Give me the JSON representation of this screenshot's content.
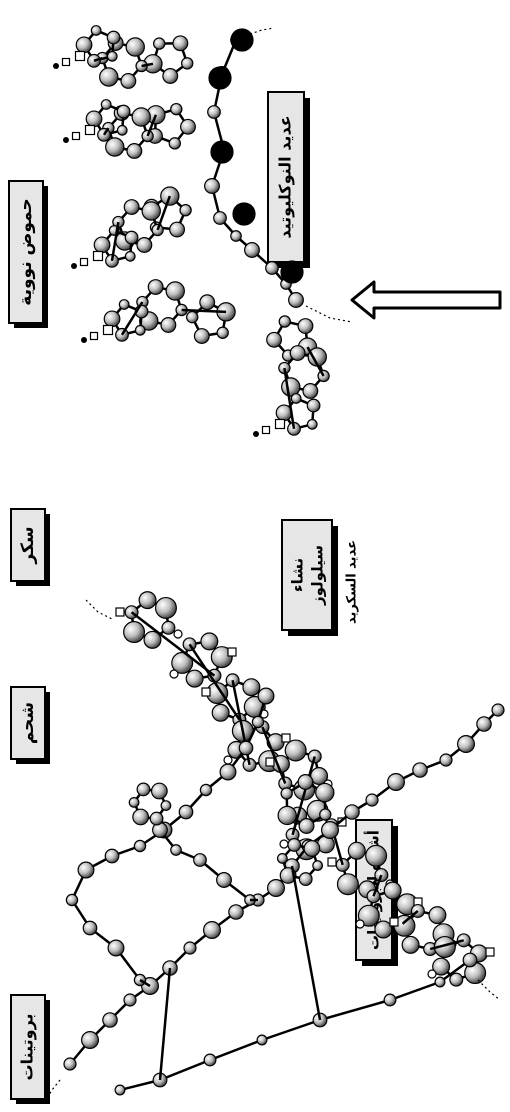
{
  "headers": {
    "nucleic_acids": "حموض نووية",
    "sugar": "سكر",
    "fat": "شحم",
    "proteins": "بروتينات"
  },
  "polymer_labels": {
    "polynucleotide": "عديد النوكليوتيد",
    "starch_cellulose_line1": "نشاء",
    "starch_cellulose_line2": "سيلولوز",
    "polysaccharide": "عديد السكريد",
    "protein_like": "أشباه البروتينات"
  },
  "colors": {
    "ink": "#000000",
    "atom_fill": "#d9d9d9",
    "label_box": "#e6e6e6",
    "label_shadow": "#000000"
  }
}
